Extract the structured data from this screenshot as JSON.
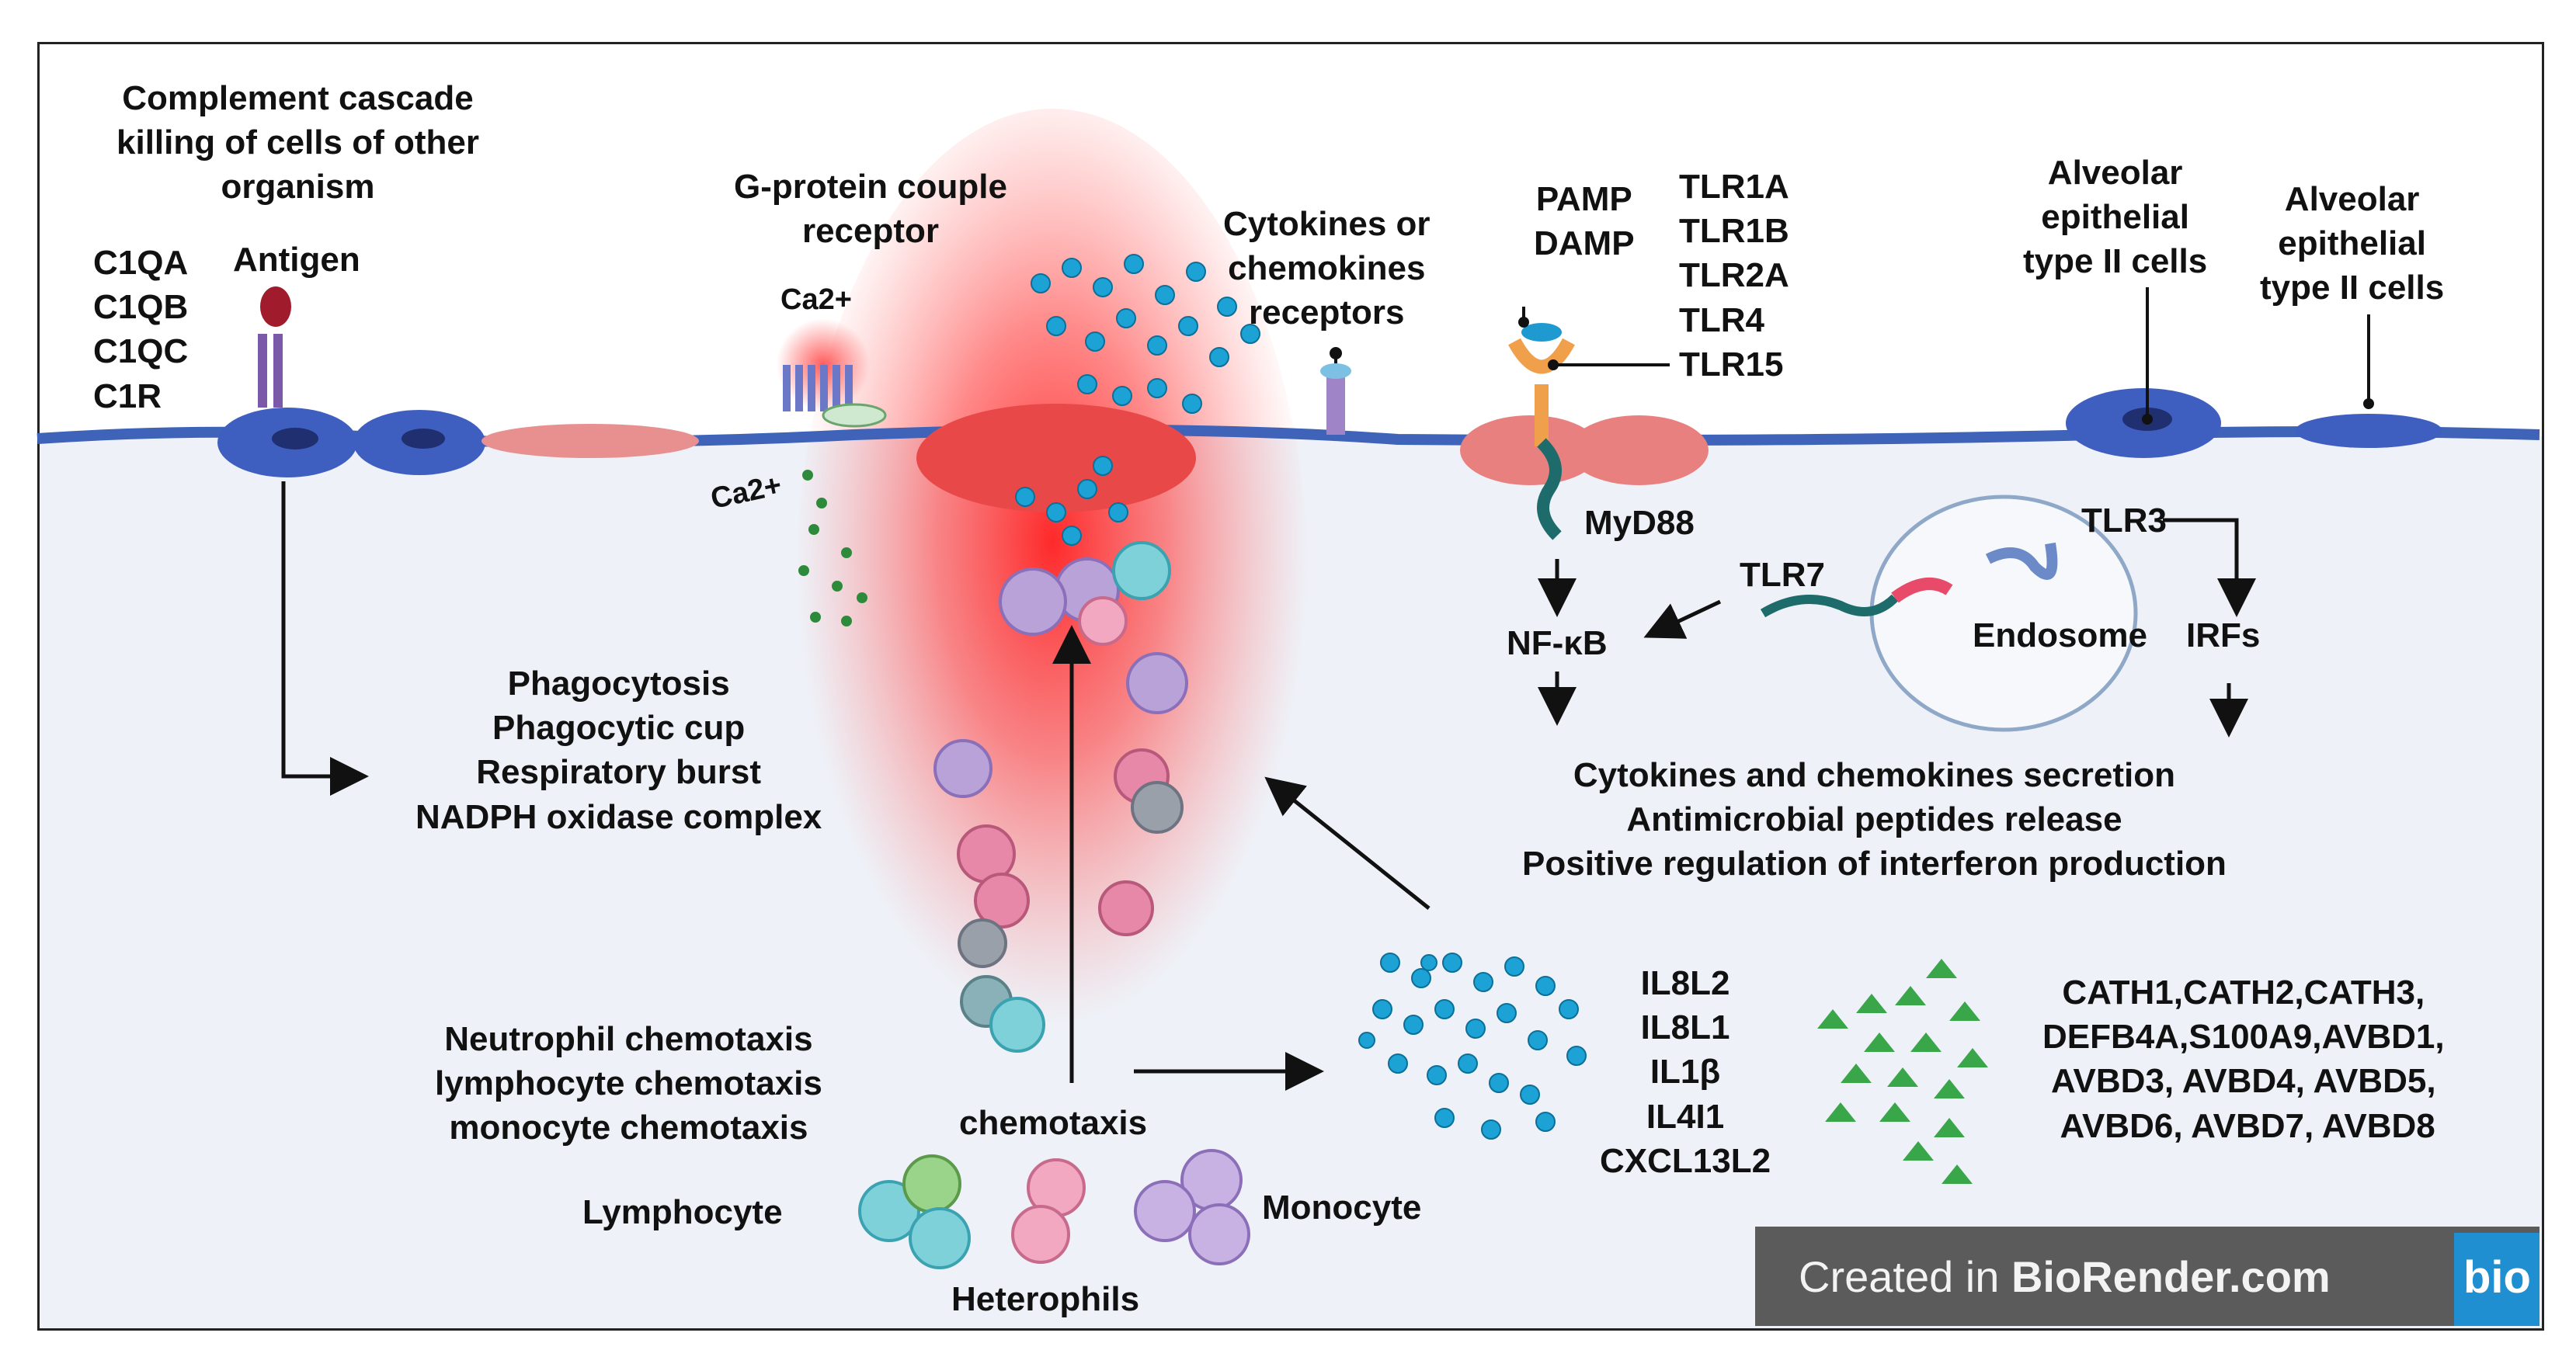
{
  "complement": {
    "title": "Complement  cascade\nkilling  of cells of other\norganism",
    "proteins": "C1QA\nC1QB\nC1QC\nC1R",
    "antigen": "Antigen"
  },
  "gpcr": {
    "title": "G-protein couple\nreceptor",
    "ca_top": "Ca2+",
    "ca_bottom": "Ca2+"
  },
  "cytokine_receptor": {
    "title": "Cytokines or\nchemokines\nreceptors"
  },
  "tlr": {
    "pamp_damp": "PAMP\nDAMP",
    "list": "TLR1A\nTLR1B\nTLR2A\nTLR4\nTLR15",
    "myd88": "MyD88",
    "tlr7": "TLR7",
    "tlr3": "TLR3",
    "nfkb": "NF-κB",
    "endosome": "Endosome",
    "irfs": "IRFs"
  },
  "alveolar": {
    "label_1": "Alveolar\nepithelial\ntype II cells",
    "label_2": "Alveolar\nepithelial\ntype II cells"
  },
  "phagocytosis": {
    "text": "Phagocytosis\nPhagocytic cup\nRespiratory burst\nNADPH oxidase complex"
  },
  "secretion": {
    "text": "Cytokines and chemokines secretion\nAntimicrobial peptides release\nPositive regulation of interferon production"
  },
  "chemotaxis": {
    "text": "Neutrophil chemotaxis\nlymphocyte chemotaxis\nmonocyte chemotaxis",
    "label": "chemotaxis"
  },
  "interleukins": {
    "text": "IL8L2\nIL8L1\nIL1β\nIL4I1\nCXCL13L2"
  },
  "peptides": {
    "text": "CATH1,CATH2,CATH3,\nDEFB4A,S100A9,AVBD1,\nAVBD3, AVBD4, AVBD5,\n AVBD6, AVBD7, AVBD8"
  },
  "cells": {
    "lymphocyte": "Lymphocyte",
    "heterophils": "Heterophils",
    "monocyte": "Monocyte"
  },
  "watermark": {
    "prefix": "Created in ",
    "brand": "BioRender.com",
    "logo": "bio"
  }
}
